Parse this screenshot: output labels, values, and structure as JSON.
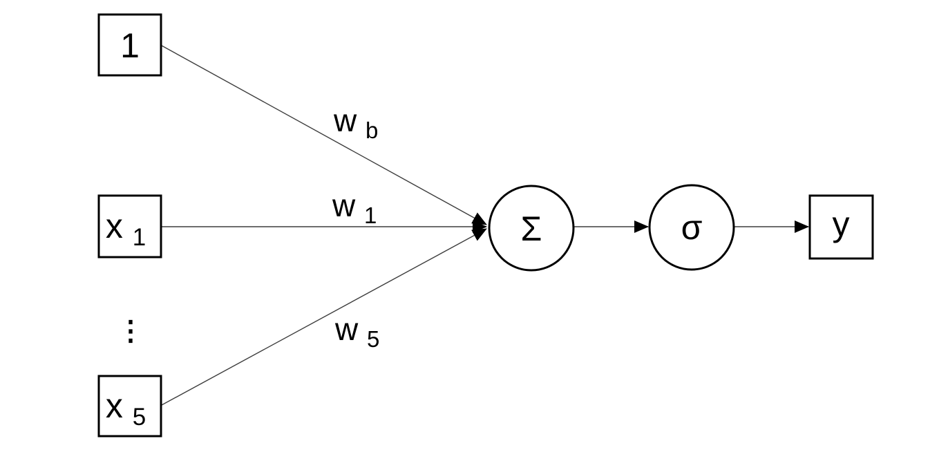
{
  "diagram": {
    "background": "#ffffff",
    "colors": {
      "shape_stroke": "#000000",
      "connector": "#3d3d3d",
      "text": "#000000"
    },
    "nodes": {
      "bias": {
        "label": "1"
      },
      "input_1": {
        "base": "x",
        "sub": "1"
      },
      "ellipsis": "⋮",
      "input_5": {
        "base": "x",
        "sub": "5"
      },
      "sum": {
        "symbol": "Σ"
      },
      "activation": {
        "symbol": "σ"
      },
      "output": {
        "label": "y"
      }
    },
    "weights": {
      "bias": {
        "base": "w",
        "sub": "b"
      },
      "w1": {
        "base": "w",
        "sub": "1"
      },
      "w5": {
        "base": "w",
        "sub": "5"
      }
    }
  }
}
